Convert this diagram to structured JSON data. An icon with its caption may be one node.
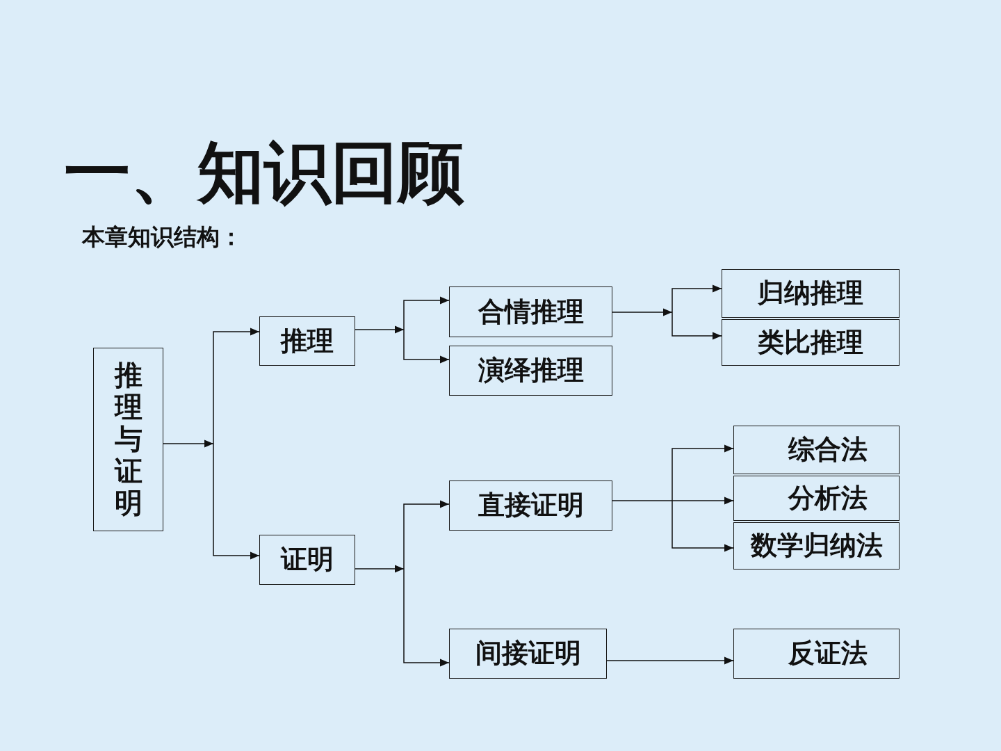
{
  "diagram": {
    "title": "一、知识回顾",
    "nodes": [
      {
        "text": [
          "推理与证明"
        ]
      },
      {
        "text": [
          "推理"
        ]
      },
      {
        "text": [
          "证明"
        ]
      },
      {
        "text": [
          "合情推理"
        ]
      },
      {
        "text": [
          "演绎推理"
        ]
      },
      {
        "text": [
          "直接证明"
        ]
      },
      {
        "text": [
          "间接证明"
        ]
      },
      {
        "text": [
          "归纳推理"
        ]
      },
      {
        "text": [
          "类比推理"
        ]
      },
      {
        "text": [
          "综合法"
        ]
      },
      {
        "text": [
          "分析法"
        ]
      },
      {
        "text": [
          "数学归纳法"
        ]
      },
      {
        "text": [
          "反证法"
        ]
      }
    ],
    "edges": [
      {
        "from": 0,
        "to": 1,
        "arrow": "to"
      },
      {
        "from": 0,
        "to": 2,
        "arrow": "to"
      },
      {
        "from": 1,
        "to": 3,
        "arrow": "to"
      },
      {
        "from": 1,
        "to": 4,
        "arrow": "to"
      },
      {
        "from": 2,
        "to": 5,
        "arrow": "to"
      },
      {
        "from": 2,
        "to": 6,
        "arrow": "to"
      },
      {
        "from": 3,
        "to": 7,
        "arrow": "to"
      },
      {
        "from": 3,
        "to": 8,
        "arrow": "to"
      },
      {
        "from": 5,
        "to": 9,
        "arrow": "to"
      },
      {
        "from": 5,
        "to": 10,
        "arrow": "to"
      },
      {
        "from": 5,
        "to": 11,
        "arrow": "to"
      },
      {
        "from": 6,
        "to": 12,
        "arrow": "to"
      }
    ],
    "labels": [
      "本章知识结构："
    ]
  }
}
